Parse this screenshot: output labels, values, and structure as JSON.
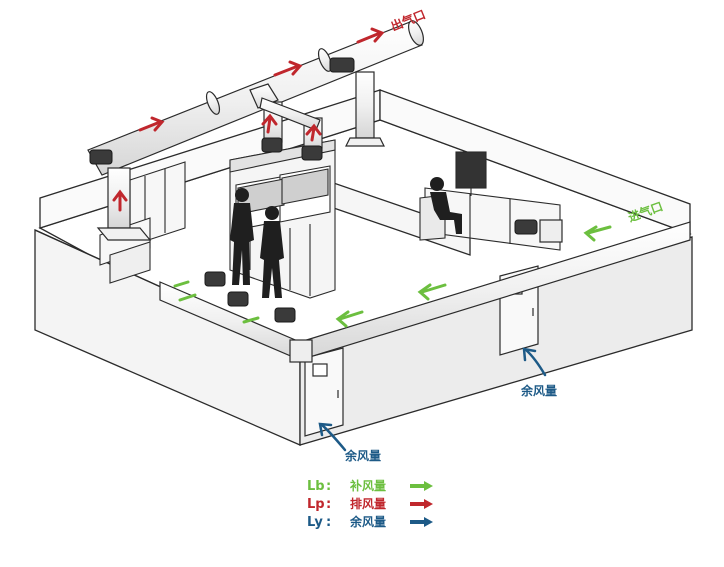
{
  "labels": {
    "outlet": "出气口",
    "inlet": "进气口",
    "residual_left": "余风量",
    "residual_right": "余风量"
  },
  "legend": [
    {
      "key": "Lb",
      "sep": " : ",
      "text": "补风量",
      "color": "#6cbf3f"
    },
    {
      "key": "Lp",
      "sep": " : ",
      "text": "排风量",
      "color": "#c0272d"
    },
    {
      "key": "Ly",
      "sep": " : ",
      "text": "余风量",
      "color": "#1d5a87"
    }
  ],
  "colors": {
    "supply": "#6cbf3f",
    "exhaust": "#c0272d",
    "residual": "#1d5a87",
    "line": "#2b2b2b",
    "duct": "#f2f2f2"
  }
}
